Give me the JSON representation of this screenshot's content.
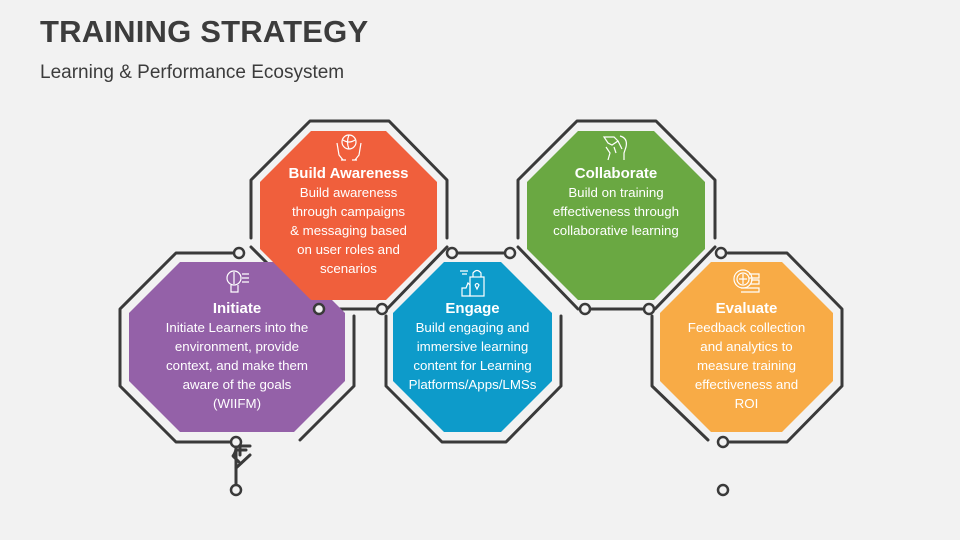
{
  "header": {
    "title": "TRAINING STRATEGY",
    "subtitle": "Learning & Performance Ecosystem"
  },
  "steps": [
    {
      "id": "initiate",
      "title": "Initiate",
      "description": "Initiate Learners into the environment, provide context, and make them aware of the  goals (WIIFM)",
      "lines": [
        "Initiate Learners into the",
        "environment, provide",
        "context, and make them",
        "aware of the  goals",
        "(WIIFM)"
      ],
      "icon": "learner-idea-icon",
      "color": "#9461a8"
    },
    {
      "id": "build-awareness",
      "title": "Build Awareness",
      "description": "Build awareness through campaigns & messaging based on user roles and scenarios",
      "lines": [
        "Build awareness",
        "through campaigns",
        "& messaging based",
        "on user roles and",
        "scenarios"
      ],
      "icon": "hands-globe-icon",
      "color": "#f05f3c"
    },
    {
      "id": "engage",
      "title": "Engage",
      "description": "Build engaging and immersive learning content for Learning Platforms/Apps/LMSs",
      "lines": [
        "Build engaging and",
        "immersive learning",
        "content for Learning",
        "Platforms/Apps/LMSs"
      ],
      "icon": "shopping-bag-thumbs-up-icon",
      "color": "#0d9bca"
    },
    {
      "id": "collaborate",
      "title": "Collaborate",
      "description": "Build on training effectiveness through collaborative learning",
      "lines": [
        "Build on training",
        "effectiveness through",
        "collaborative learning"
      ],
      "icon": "handshake-icon",
      "color": "#6aa842"
    },
    {
      "id": "evaluate",
      "title": "Evaluate",
      "description": "Feedback collection and analytics to measure training effectiveness and ROI",
      "lines": [
        "Feedback collection",
        "and analytics to",
        "measure training",
        "effectiveness and",
        "ROI"
      ],
      "icon": "magnifier-analytics-icon",
      "color": "#f8ab46"
    }
  ],
  "colors": {
    "background": "#f2f2f2",
    "outline": "#3a3a3a",
    "text_dark": "#3c3c3c"
  }
}
